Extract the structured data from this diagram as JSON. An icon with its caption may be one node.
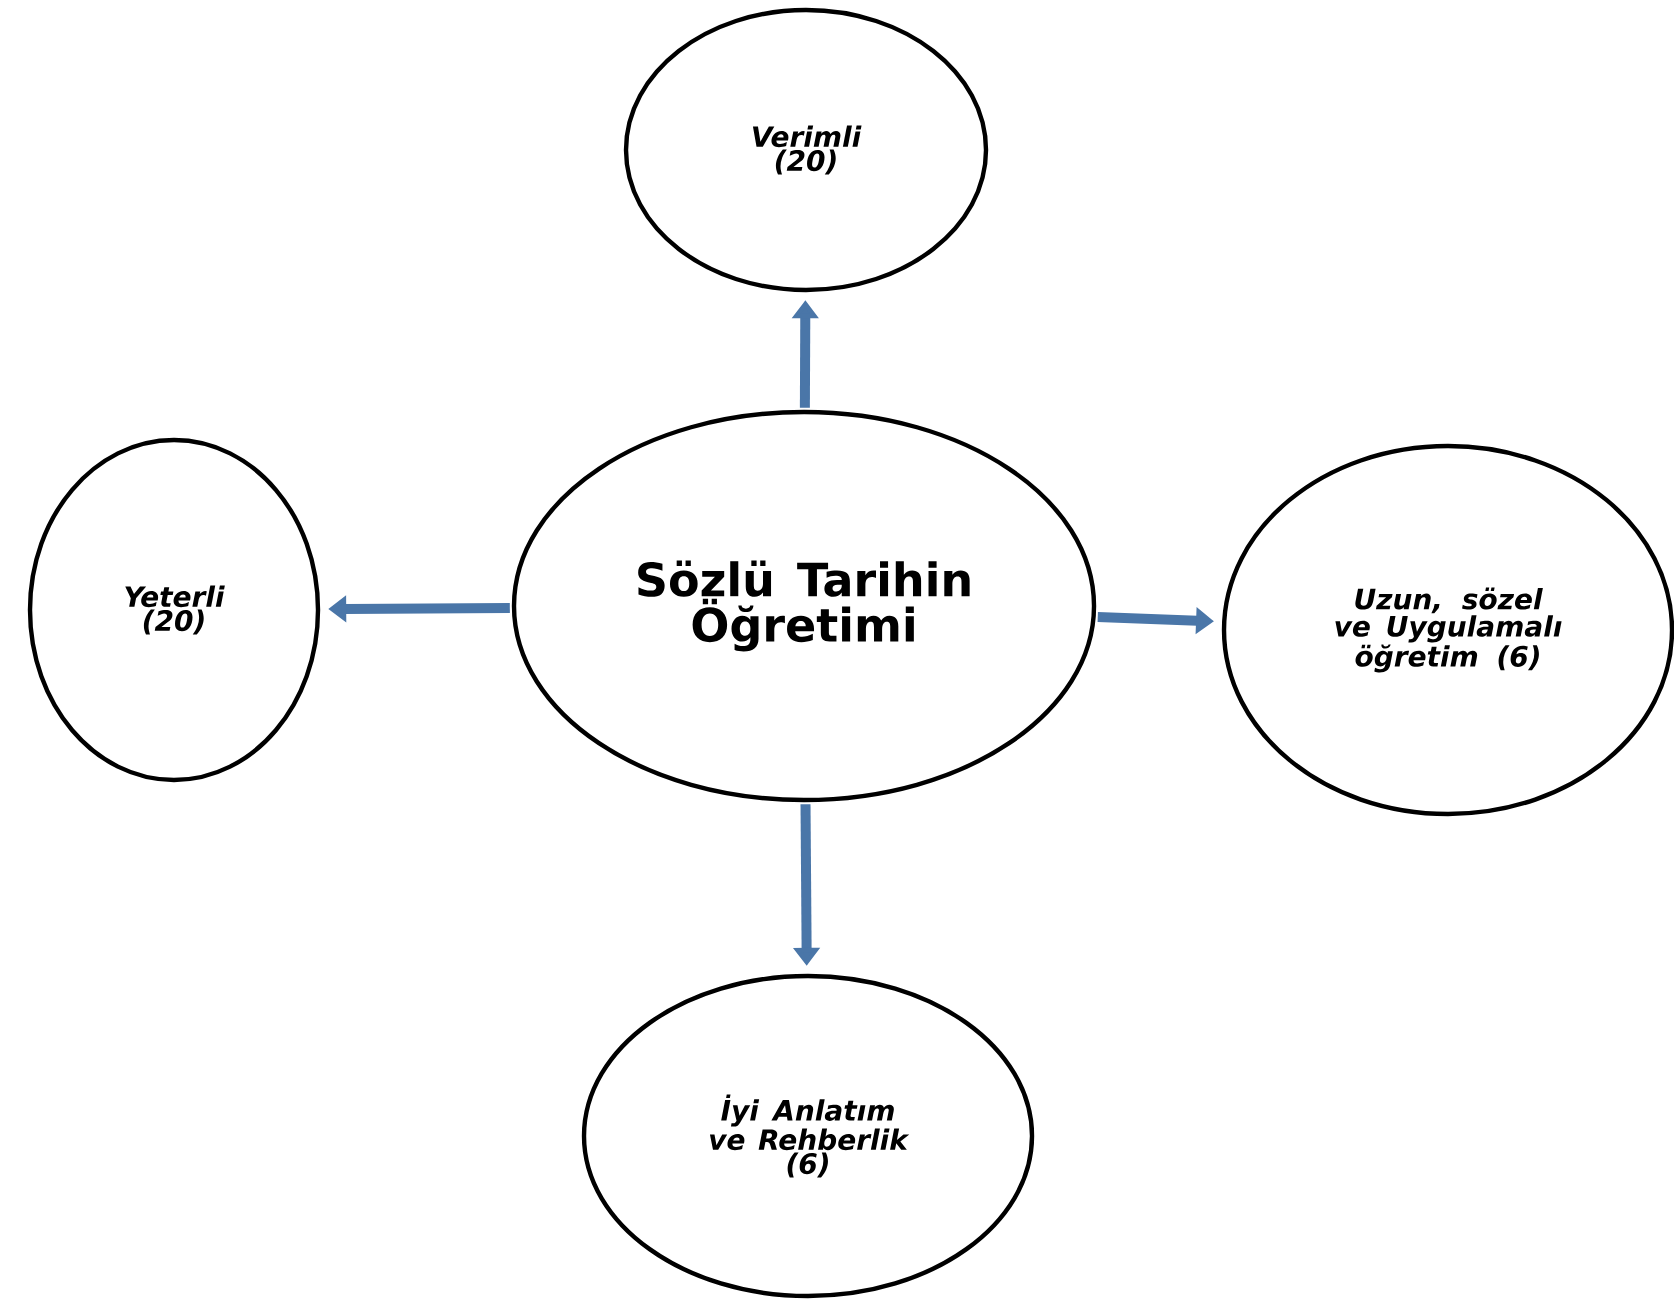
{
  "diagram": {
    "nodes": [
      {
        "text": [
          "Sözlü Tarihin Öğretimi"
        ]
      },
      {
        "text": [
          "Verimli (20)"
        ]
      },
      {
        "text": [
          "Yeterli (20)"
        ]
      },
      {
        "text": [
          "Uzun, sözel ve Uygulamalı öğretim (6)"
        ]
      },
      {
        "text": [
          "İyi Anlatım ve Rehberlik (6)"
        ]
      }
    ],
    "edges": [
      {
        "from": 0,
        "to": 1,
        "arrow": "to"
      },
      {
        "from": 0,
        "to": 2,
        "arrow": "to"
      },
      {
        "from": 0,
        "to": 3,
        "arrow": "to"
      },
      {
        "from": 0,
        "to": 4,
        "arrow": "to"
      }
    ]
  }
}
